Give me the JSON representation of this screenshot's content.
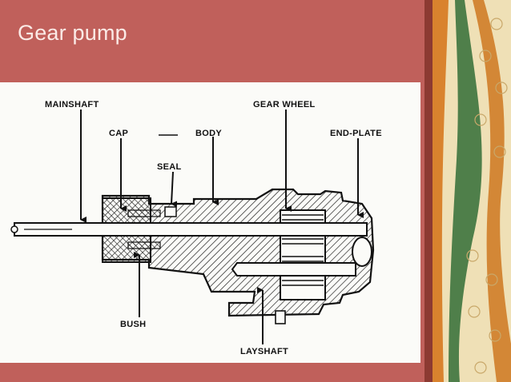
{
  "slide": {
    "title": "Gear pump"
  },
  "diagram": {
    "labels": {
      "mainshaft": "MAINSHAFT",
      "cap": "CAP",
      "body": "BODY",
      "seal": "SEAL",
      "gear_wheel": "GEAR WHEEL",
      "end_plate": "END-PLATE",
      "bush": "BUSH",
      "layshaft": "LAYSHAFT"
    }
  },
  "theme": {
    "background": "#c0605b",
    "title_color": "#fbeae6",
    "panel": "#fbfbf8",
    "deco_orange": "#d9832e",
    "deco_green": "#4f7f4a",
    "deco_cream": "#efe0b6"
  }
}
